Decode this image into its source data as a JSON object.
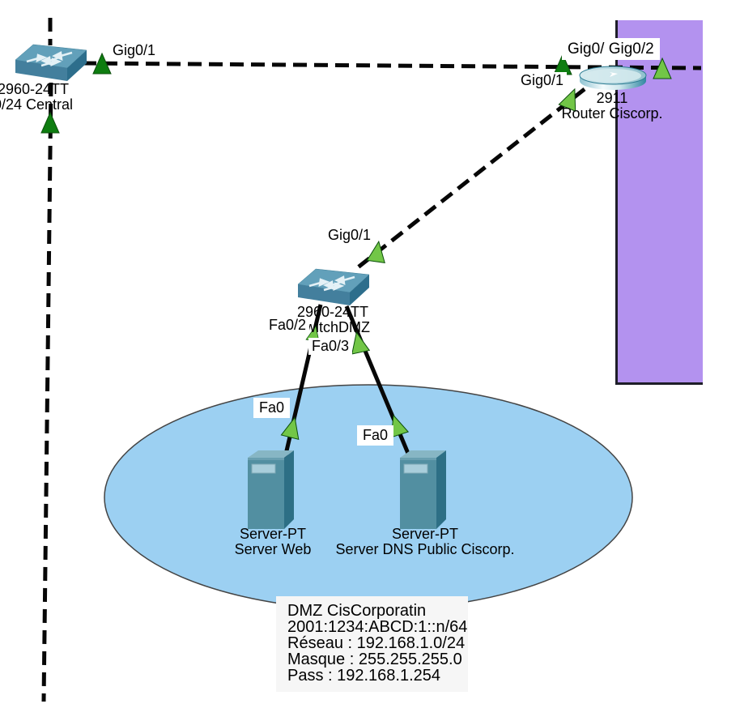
{
  "devices": {
    "central_switch": {
      "model": "2960-24TT",
      "name": "0/24 Central"
    },
    "router": {
      "model": "2911",
      "name": "Router Ciscorp."
    },
    "dmz_switch": {
      "model": "2960-24TT",
      "name": "SwitchDMZ"
    },
    "server_web": {
      "model": "Server-PT",
      "name": "Server Web"
    },
    "server_dns": {
      "model": "Server-PT",
      "name": "Server DNS Public Ciscorp."
    }
  },
  "ports": {
    "central_gig01": "Gig0/1",
    "router_gig0": "Gig0/",
    "router_gig02": "Gig0/2",
    "router_gig01": "Gig0/1",
    "dmz_gig01": "Gig0/1",
    "dmz_fa02": "Fa0/2",
    "dmz_fa03": "Fa0/3",
    "web_fa0": "Fa0",
    "dns_fa0": "Fa0"
  },
  "note": {
    "lines": [
      "DMZ CisCorporatin",
      "2001:1234:ABCD:1::n/64",
      "Réseau : 192.168.1.0/24",
      "Masque : 255.255.255.0",
      "Pass : 192.168.1.254"
    ]
  },
  "colors": {
    "purple_zone": "#b392ef",
    "dmz_ellipse": "#9cd0f2",
    "link": "#070707",
    "triangle_light": "#72c647",
    "triangle_dark": "#0e7d10"
  }
}
